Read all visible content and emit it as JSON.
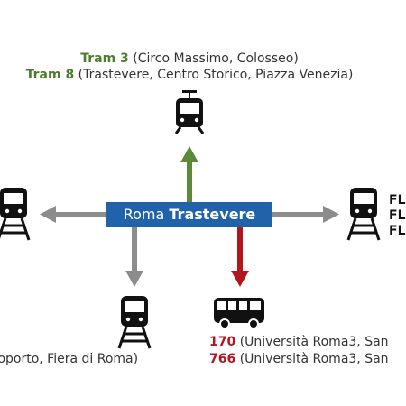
{
  "hub": {
    "prefix": "Roma",
    "name": "Trastevere"
  },
  "north": {
    "lines": [
      {
        "number": "Tram 3",
        "stops": "(Circo Massimo, Colosseo)"
      },
      {
        "number": "Tram 8",
        "stops": "(Trastevere, Centro Storico, Piazza Venezia)"
      }
    ],
    "icon": "tram-icon"
  },
  "east": {
    "labels": [
      "FL",
      "FL",
      "FL"
    ],
    "icon": "train-icon"
  },
  "west": {
    "icon": "train-icon"
  },
  "south_west": {
    "label": "roporto, Fiera di Roma)",
    "icon": "train-icon"
  },
  "south_east": {
    "lines": [
      {
        "number": "170",
        "stops": "(Università Roma3, San"
      },
      {
        "number": "766",
        "stops": "(Università Roma3, San"
      }
    ],
    "icon": "bus-icon"
  },
  "colors": {
    "tram_arrow": "#5a8a35",
    "bus_arrow": "#b3151f",
    "train_arrow": "#8c8c8c",
    "hub_bg": "#2262a8"
  }
}
